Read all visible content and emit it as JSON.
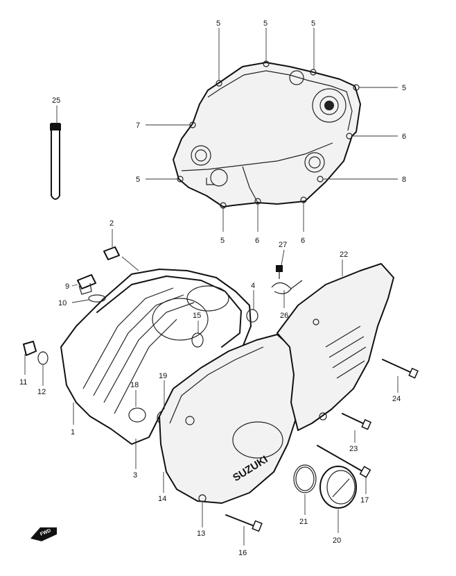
{
  "brand_text": "SUZUKI",
  "fwd_label": "FWD",
  "callouts": {
    "c1": "1",
    "c2": "2",
    "c3": "3",
    "c4": "4",
    "c5a": "5",
    "c5b": "5",
    "c5c": "5",
    "c5d": "5",
    "c5e": "5",
    "c5f": "5",
    "c6a": "6",
    "c6b": "6",
    "c6c": "6",
    "c7": "7",
    "c8": "8",
    "c9": "9",
    "c10": "10",
    "c11": "11",
    "c12": "12",
    "c13": "13",
    "c14": "14",
    "c15": "15",
    "c16": "16",
    "c17": "17",
    "c18": "18",
    "c19": "19",
    "c20": "20",
    "c21": "21",
    "c22": "22",
    "c23": "23",
    "c24": "24",
    "c25": "25",
    "c26": "26",
    "c27": "27"
  }
}
